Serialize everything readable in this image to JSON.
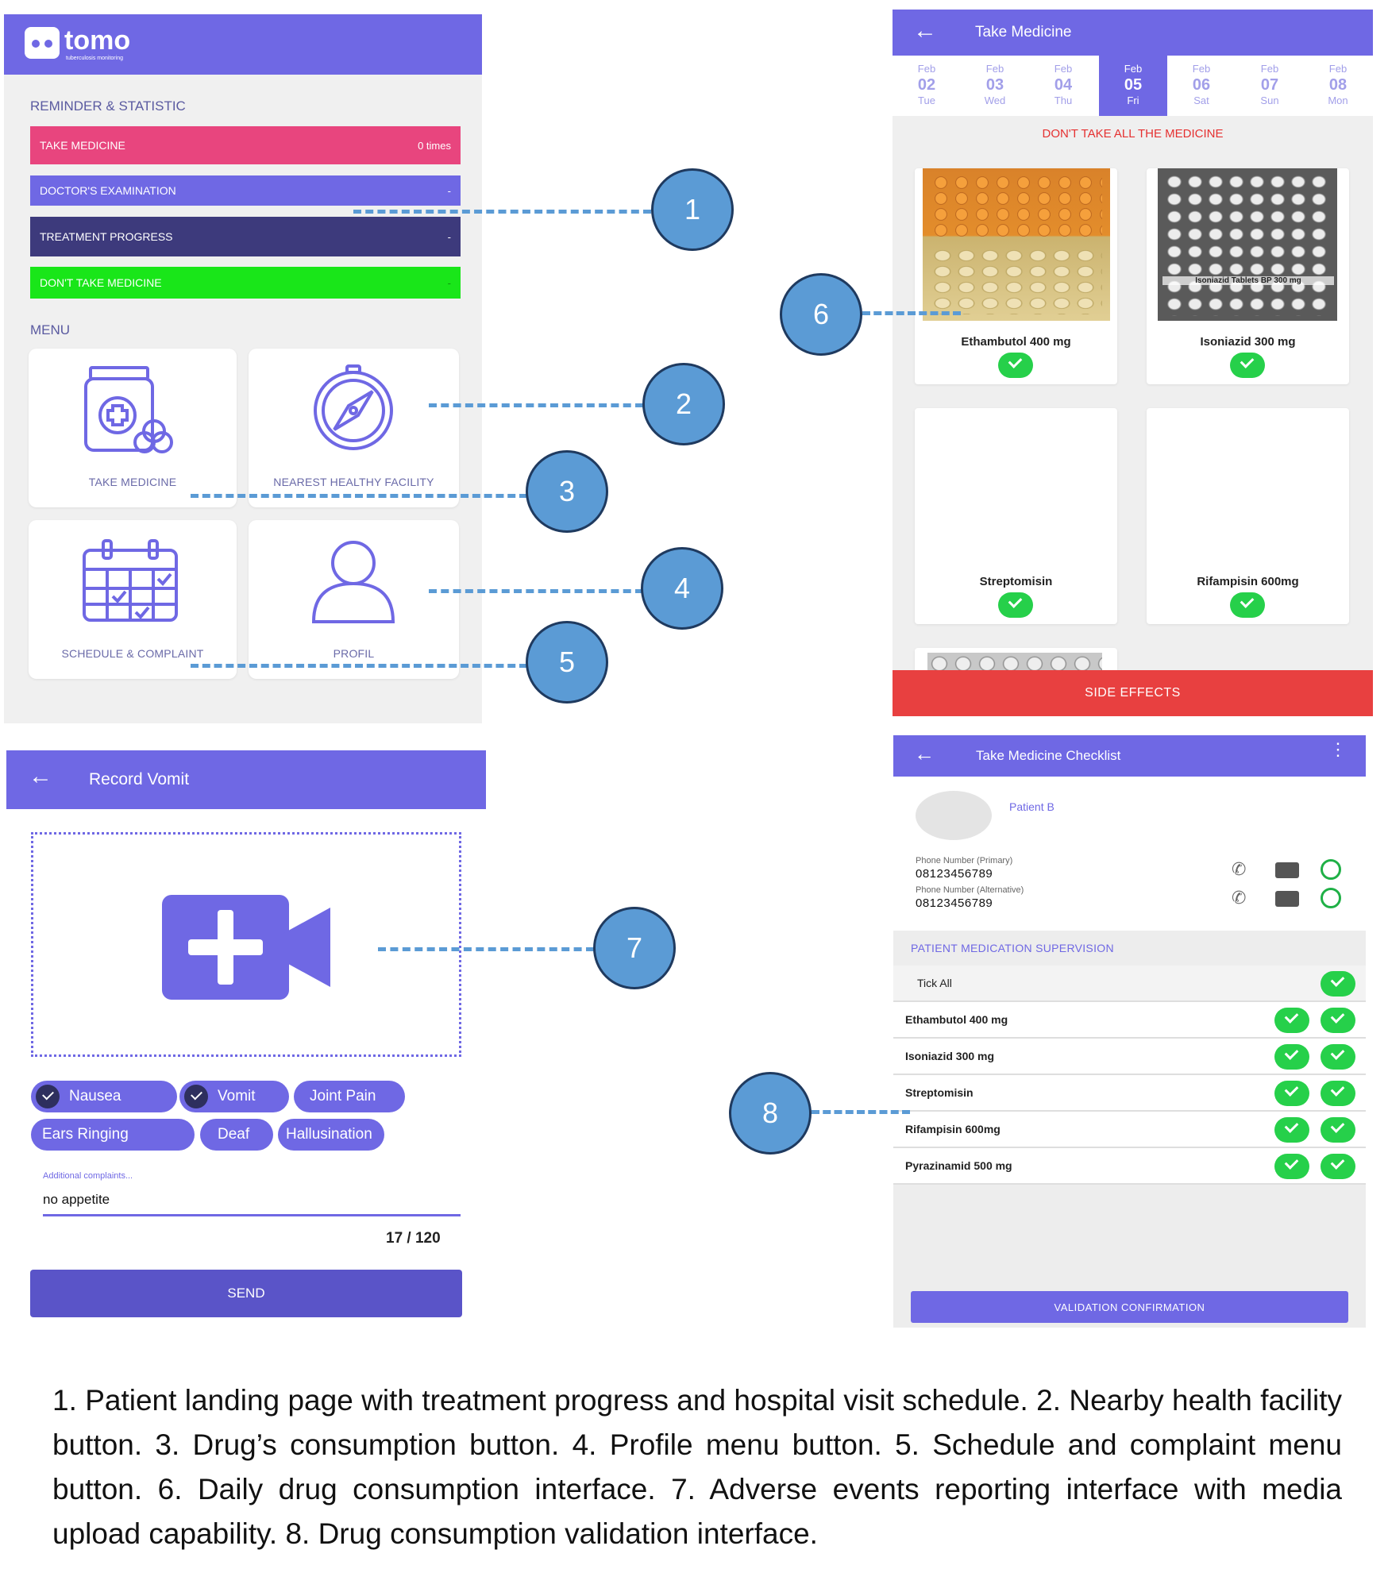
{
  "screen1": {
    "logo_text": "tomo",
    "logo_subtitle": "tuberculosis monitoring",
    "section_reminder": "REMINDER & STATISTIC",
    "bars": [
      {
        "label": "TAKE MEDICINE",
        "value": "0 times",
        "color": "#e8457e"
      },
      {
        "label": "DOCTOR'S EXAMINATION",
        "value": "-",
        "color": "#6f68e4"
      },
      {
        "label": "TREATMENT PROGRESS",
        "value": "-",
        "color": "#3d3a7c"
      },
      {
        "label": "DON'T TAKE MEDICINE",
        "value": "-",
        "color": "#19e619"
      }
    ],
    "section_menu": "MENU",
    "menu": [
      {
        "label": "TAKE MEDICINE",
        "icon": "medicine-bottle-icon"
      },
      {
        "label": "NEAREST HEALTHY FACILITY",
        "icon": "compass-icon"
      },
      {
        "label": "SCHEDULE & COMPLAINT",
        "icon": "calendar-check-icon"
      },
      {
        "label": "PROFIL",
        "icon": "user-icon"
      }
    ]
  },
  "screen2": {
    "title": "Take Medicine",
    "dates": [
      {
        "month": "Feb",
        "day": "02",
        "weekday": "Tue"
      },
      {
        "month": "Feb",
        "day": "03",
        "weekday": "Wed"
      },
      {
        "month": "Feb",
        "day": "04",
        "weekday": "Thu"
      },
      {
        "month": "Feb",
        "day": "05",
        "weekday": "Fri"
      },
      {
        "month": "Feb",
        "day": "06",
        "weekday": "Sat"
      },
      {
        "month": "Feb",
        "day": "07",
        "weekday": "Sun"
      },
      {
        "month": "Feb",
        "day": "08",
        "weekday": "Mon"
      }
    ],
    "selected_date": "05",
    "warning": "DON'T TAKE ALL THE MEDICINE",
    "medicines": [
      "Ethambutol 400 mg",
      "Isoniazid 300 mg",
      "Streptomisin",
      "Rifampisin 600mg"
    ],
    "blister_imprint": "Isoniazid Tablets BP 300 mg",
    "side_effects": "SIDE EFFECTS"
  },
  "screen3": {
    "title": "Record Vomit",
    "upload_icon": "video-add-icon",
    "chips": [
      {
        "label": "Nausea",
        "checked": true
      },
      {
        "label": "Vomit",
        "checked": true
      },
      {
        "label": "Joint Pain",
        "checked": false
      },
      {
        "label": "Ears Ringing",
        "checked": false
      },
      {
        "label": "Deaf",
        "checked": false
      },
      {
        "label": "Hallusination",
        "checked": false
      }
    ],
    "complaint_label": "Additional complaints...",
    "complaint_value": "no appetite",
    "counter": "17 / 120",
    "send": "SEND"
  },
  "screen4": {
    "title": "Take Medicine Checklist",
    "patient": "Patient B",
    "phone_primary_label": "Phone Number (Primary)",
    "phone_primary": "08123456789",
    "phone_alt_label": "Phone Number (Alternative)",
    "phone_alt": "08123456789",
    "section": "PATIENT MEDICATION SUPERVISION",
    "tick_all": "Tick All",
    "rows": [
      "Ethambutol 400 mg",
      "Isoniazid 300 mg",
      "Streptomisin",
      "Rifampisin 600mg",
      "Pyrazinamid 500 mg"
    ],
    "button": "VALIDATION CONFIRMATION"
  },
  "callouts": [
    "1",
    "2",
    "3",
    "4",
    "5",
    "6",
    "7",
    "8"
  ],
  "caption": "1.  Patient landing page with treatment progress and hospital visit schedule. 2. Nearby health facility button. 3. Drug’s consumption button. 4. Profile menu button. 5. Schedule and complaint menu button. 6. Daily drug consumption interface. 7. Adverse events reporting interface with media upload capability. 8. Drug consumption validation interface."
}
